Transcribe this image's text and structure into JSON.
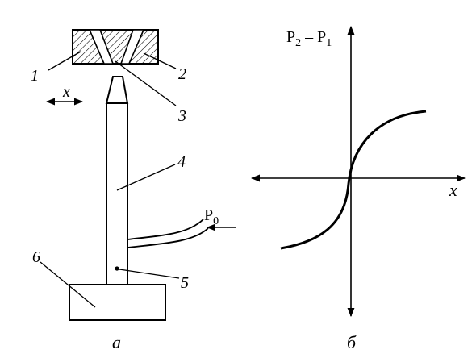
{
  "panel_a": {
    "caption": "а",
    "labels": {
      "n1": "1",
      "n2": "2",
      "n3": "3",
      "n4": "4",
      "n5": "5",
      "n6": "6",
      "x": "x",
      "p0_main": "P",
      "p0_sub": "0"
    }
  },
  "panel_b": {
    "caption": "б",
    "y_label": {
      "p2": "P",
      "p2_sub": "2",
      "minus": " – ",
      "p1": "P",
      "p1_sub": "1"
    },
    "x_label": "x"
  },
  "colors": {
    "ink": "#000000",
    "paper": "#ffffff"
  }
}
